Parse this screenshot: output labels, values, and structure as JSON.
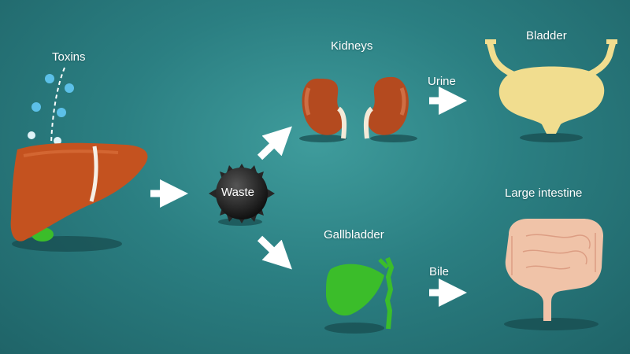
{
  "labels": {
    "toxins": "Toxins",
    "waste": "Waste",
    "kidneys": "Kidneys",
    "bladder": "Bladder",
    "urine": "Urine",
    "gallbladder": "Gallbladder",
    "bile": "Bile",
    "large_intestine": "Large intestine"
  },
  "colors": {
    "background": "#2b7f82",
    "liver": "#c4521f",
    "kidney": "#b44a1f",
    "bladder": "#f1dd8f",
    "gallbladder": "#3bbd2a",
    "intestine": "#f0c3a8",
    "waste": "#262626",
    "arrow": "#ffffff",
    "toxin_drop": "#5cc0e8"
  }
}
